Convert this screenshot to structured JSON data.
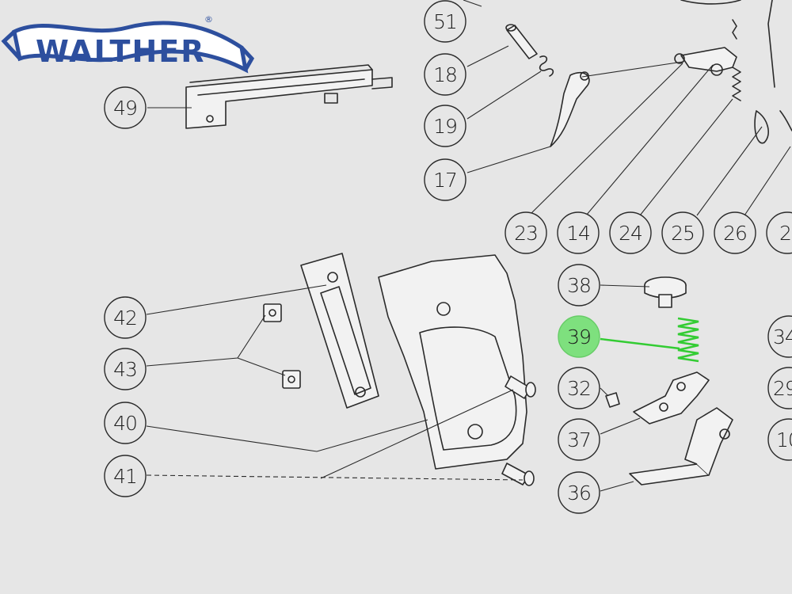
{
  "brand": {
    "name": "WALTHER",
    "registered_mark": "®",
    "color": "#2d4f9e"
  },
  "highlight": {
    "part": "39",
    "color": "#33cc33"
  },
  "callouts": [
    {
      "id": "c51",
      "label": "51"
    },
    {
      "id": "c18",
      "label": "18"
    },
    {
      "id": "c19",
      "label": "19"
    },
    {
      "id": "c17",
      "label": "17"
    },
    {
      "id": "c49",
      "label": "49"
    },
    {
      "id": "c23",
      "label": "23"
    },
    {
      "id": "c14",
      "label": "14"
    },
    {
      "id": "c24",
      "label": "24"
    },
    {
      "id": "c25",
      "label": "25"
    },
    {
      "id": "c26",
      "label": "26"
    },
    {
      "id": "c27",
      "label": "2"
    },
    {
      "id": "c38",
      "label": "38"
    },
    {
      "id": "c39",
      "label": "39"
    },
    {
      "id": "c34",
      "label": "34"
    },
    {
      "id": "c32",
      "label": "32"
    },
    {
      "id": "c29",
      "label": "29"
    },
    {
      "id": "c37",
      "label": "37"
    },
    {
      "id": "c10",
      "label": "10"
    },
    {
      "id": "c36",
      "label": "36"
    },
    {
      "id": "c42",
      "label": "42"
    },
    {
      "id": "c43",
      "label": "43"
    },
    {
      "id": "c40",
      "label": "40"
    },
    {
      "id": "c41",
      "label": "41"
    }
  ]
}
